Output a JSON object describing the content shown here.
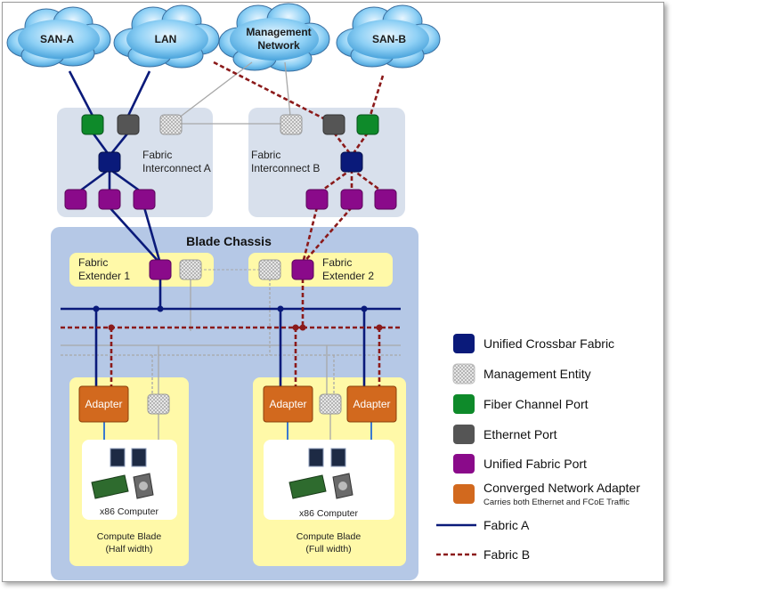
{
  "clouds": {
    "san_a": "SAN-A",
    "lan": "LAN",
    "mgmt_line1": "Management",
    "mgmt_line2": "Network",
    "san_b": "SAN-B"
  },
  "interconnect_a": {
    "line1": "Fabric",
    "line2": "Interconnect A"
  },
  "interconnect_b": {
    "line1": "Fabric",
    "line2": "Interconnect B"
  },
  "chassis": {
    "title": "Blade Chassis"
  },
  "extender_1": {
    "line1": "Fabric",
    "line2": "Extender 1"
  },
  "extender_2": {
    "line1": "Fabric",
    "line2": "Extender 2"
  },
  "adapter_label": "Adapter",
  "computer_label": "x86 Computer",
  "blade_half": {
    "line1": "Compute Blade",
    "line2": "(Half width)"
  },
  "blade_full": {
    "line1": "Compute Blade",
    "line2": "(Full width)"
  },
  "legend": {
    "crossbar": "Unified Crossbar Fabric",
    "mgmt": "Management Entity",
    "fc": "Fiber Channel Port",
    "eth": "Ethernet Port",
    "ufp": "Unified Fabric Port",
    "cna": "Converged Network Adapter",
    "cna_sub": "Carries both Ethernet  and FCoE Traffic",
    "fabric_a": "Fabric A",
    "fabric_b": "Fabric B"
  },
  "colors": {
    "navy": "#0a1a7a",
    "green": "#0e8a2a",
    "gray_port": "#555555",
    "purple": "#8a0a8a",
    "orange": "#d2691e",
    "fabric_b": "#8b1a1a",
    "cloud": "#5fb4e6"
  }
}
